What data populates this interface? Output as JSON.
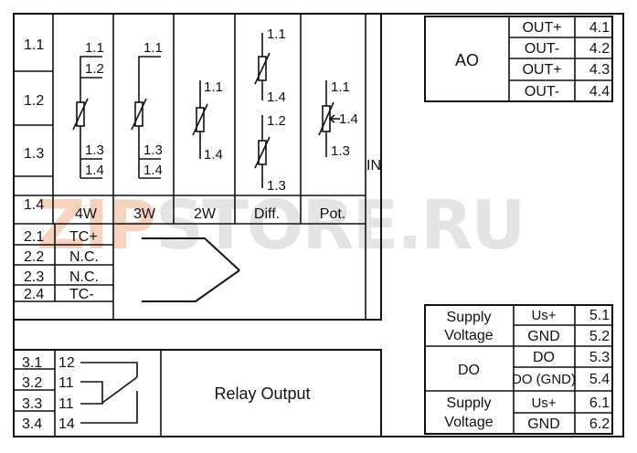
{
  "watermark": {
    "part1": "ZIP",
    "part2": "STORE.RU"
  },
  "input_block": {
    "side_rows": [
      "1.1",
      "1.2",
      "1.3",
      "1.4"
    ],
    "sensor_columns": [
      {
        "label": "4W",
        "terms": [
          "1.1",
          "1.2",
          "1.3",
          "1.4"
        ]
      },
      {
        "label": "3W",
        "terms": [
          "1.1",
          "1.3",
          "1.4"
        ]
      },
      {
        "label": "2W",
        "terms": [
          "1.1",
          "1.4"
        ]
      },
      {
        "label": "Diff.",
        "terms": [
          "1.1",
          "1.4",
          "1.2",
          "1.3"
        ]
      },
      {
        "label": "Pot.",
        "terms": [
          "1.1",
          "1.4",
          "1.3"
        ]
      }
    ],
    "in_label": "IN",
    "thermocouple_rows": [
      {
        "num": "2.1",
        "name": "TC+"
      },
      {
        "num": "2.2",
        "name": "N.C."
      },
      {
        "num": "2.3",
        "name": "N.C."
      },
      {
        "num": "2.4",
        "name": "TC-"
      }
    ]
  },
  "relay_block": {
    "terminals": [
      "3.1",
      "3.2",
      "3.3",
      "3.4"
    ],
    "contacts": [
      "12",
      "11",
      "11",
      "14"
    ],
    "label": "Relay Output"
  },
  "ao_block": {
    "label": "AO",
    "rows": [
      {
        "name": "OUT+",
        "num": "4.1"
      },
      {
        "name": "OUT-",
        "num": "4.2"
      },
      {
        "name": "OUT+",
        "num": "4.3"
      },
      {
        "name": "OUT-",
        "num": "4.4"
      }
    ]
  },
  "supply_block": {
    "supply1": {
      "line1": "Supply",
      "line2": "Voltage",
      "rows": [
        {
          "name": "Us+",
          "num": "5.1"
        },
        {
          "name": "GND",
          "num": "5.2"
        }
      ]
    },
    "do": {
      "label": "DO",
      "rows": [
        {
          "name": "DO",
          "num": "5.3"
        },
        {
          "name": "DO (GND)",
          "num": "5.4"
        }
      ]
    },
    "supply2": {
      "line1": "Supply",
      "line2": "Voltage",
      "rows": [
        {
          "name": "Us+",
          "num": "6.1"
        },
        {
          "name": "GND",
          "num": "6.2"
        }
      ]
    }
  }
}
